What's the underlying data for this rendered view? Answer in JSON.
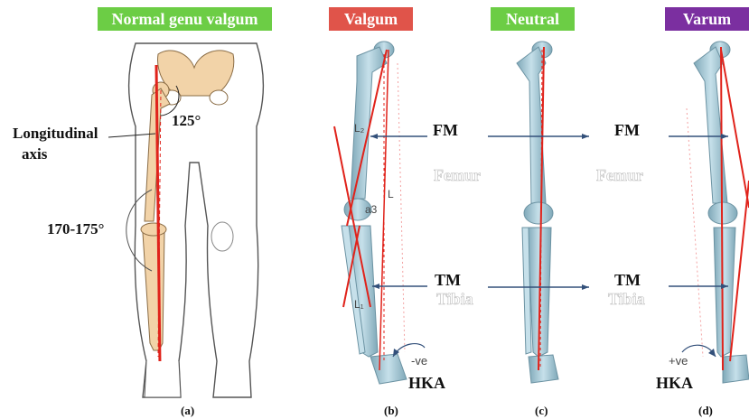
{
  "panels": {
    "a": {
      "tag": "Normal genu valgum",
      "tag_color": "#6ccd45",
      "caption": "(a)",
      "angle_hip": "125°",
      "angle_knee": "170-175°",
      "axis_label_1": "Longitudinal",
      "axis_label_2": "axis"
    },
    "b": {
      "tag": "Valgum",
      "tag_color": "#e0544a",
      "caption": "(b)",
      "fm": "FM",
      "tm": "TM",
      "hka": "HKA",
      "sign": "-ve",
      "femur": "Femur",
      "tibia": "Tibia",
      "l2": "L₂",
      "l1": "L₁",
      "l": "L",
      "a3": "a3"
    },
    "c": {
      "tag": "Neutral",
      "tag_color": "#6ccd45",
      "caption": "(c)",
      "fm": "FM",
      "tm": "TM",
      "femur": "Femur",
      "tibia": "Tibia"
    },
    "d": {
      "tag": "Varum",
      "tag_color": "#7b2fa0",
      "caption": "(d)",
      "hka": "HKA",
      "sign": "+ve"
    }
  },
  "colors": {
    "bone": "#a9ccd9",
    "bone_edge": "#6c93a3",
    "leg_fill": "#f2d3a8",
    "axis_red": "#e0231b",
    "mech_blue": "#33507a"
  }
}
